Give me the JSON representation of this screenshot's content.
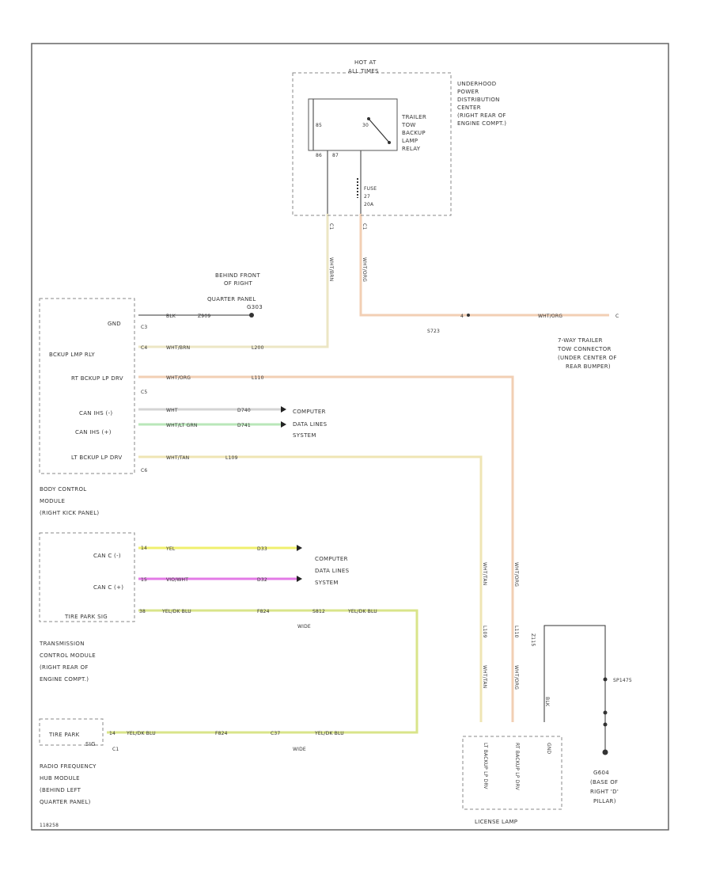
{
  "relay_center": {
    "hot_at": [
      "HOT AT",
      "ALL TIMES"
    ],
    "name": [
      "UNDERHOOD",
      "POWER",
      "DISTRIBUTION",
      "CENTER",
      "(RIGHT REAR OF",
      "ENGINE COMPT.)"
    ],
    "relay_label": [
      "TRAILER",
      "TOW",
      "BACKUP",
      "LAMP",
      "RELAY"
    ],
    "pin_85": "85",
    "pin_30": "30",
    "pin_86": "86",
    "pin_87": "87",
    "fuse": [
      "FUSE",
      "27",
      "20A"
    ],
    "pin_left": "C1",
    "pin_right": "C1",
    "wire_left": "WHT/BRN",
    "wire_right": "WHT/ORG"
  },
  "ground_upper": {
    "label": [
      "BEHIND FRONT",
      "OF RIGHT",
      "QUARTER PANEL",
      "G303"
    ]
  },
  "trailer_connector": {
    "splice": "S723",
    "pin": "4",
    "wire": "WHT/ORG",
    "label": [
      "7-WAY TRAILER",
      "TOW CONNECTOR",
      "(UNDER CENTER OF",
      "REAR BUMPER)"
    ],
    "pin_right": "C"
  },
  "bcm": {
    "rows": [
      {
        "label": "GND",
        "pin": "C3",
        "wire": "BLK",
        "circuit": "Z909"
      },
      {
        "label": "BCKUP LMP RLY",
        "pin": "C4",
        "wire": "WHT/BRN",
        "circuit": "L200"
      },
      {
        "label": "RT BCKUP LP DRV",
        "pin": "C5",
        "wire": "WHT/ORG",
        "circuit": "L110"
      },
      {
        "label": "CAN IHS (-)",
        "pin": "",
        "wire": "WHT",
        "circuit": "D740"
      },
      {
        "label": "CAN IHS (+)",
        "pin": "",
        "wire": "WHT/LT GRN",
        "circuit": "D741"
      },
      {
        "label": "LT BCKUP LP DRV",
        "pin": "C6",
        "wire": "WHT/TAN",
        "circuit": "L109"
      }
    ],
    "data_lines": [
      "COMPUTER",
      "DATA LINES",
      "SYSTEM"
    ],
    "name": [
      "BODY CONTROL",
      "MODULE",
      "(RIGHT KICK PANEL)"
    ]
  },
  "tcm": {
    "rows": [
      {
        "label": "CAN C (-)",
        "pin": "14",
        "wire": "YEL",
        "circuit": "D33"
      },
      {
        "label": "CAN C (+)",
        "pin": "15",
        "wire": "VIO/WHT",
        "circuit": "D32"
      },
      {
        "label": "TIRE PARK SIG",
        "pin": "38",
        "wire": "YEL/DK BLU",
        "circuit": "F824"
      }
    ],
    "splice": "S812",
    "wire_right": "YEL/DK BLU",
    "splice_label": "WIDE",
    "data_lines": [
      "COMPUTER",
      "DATA LINES",
      "SYSTEM"
    ],
    "name": [
      "TRANSMISSION",
      "CONTROL MODULE",
      "(RIGHT REAR OF",
      "ENGINE COMPT.)"
    ]
  },
  "rfh": {
    "label": [
      "TIRE PARK",
      "SIG"
    ],
    "pin": "14",
    "connector": "C1",
    "wire": "YEL/DK BLU",
    "circuit": "F824",
    "splice": "C37",
    "wire2": "YEL/DK BLU",
    "splice_label": "WIDE",
    "name": [
      "RADIO FREQUENCY",
      "HUB MODULE",
      "(BEHIND LEFT",
      "QUARTER PANEL)"
    ]
  },
  "license_lamp": {
    "wire_left_top": "WHT/TAN",
    "wire_left_mid": "L109",
    "wire_left_bottom": "WHT/TAN",
    "wire_mid_top": "WHT/ORG",
    "wire_mid_mid": "L110",
    "wire_mid_bottom": "WHT/ORG",
    "wire_ground": "BLK",
    "circuit_ground": "Z115",
    "pins": [
      "LT BACKUP LP DRV",
      "RT BACKUP LP DRV",
      "GND"
    ],
    "name": "LICENSE LAMP"
  },
  "ground_lower": {
    "splice": "SP1475",
    "label": [
      "G604",
      "(BASE OF",
      "RIGHT 'D'",
      "PILLAR)"
    ]
  },
  "footer": {
    "code": "118258"
  },
  "colors": {
    "wht_brn": "#ece6c4",
    "wht_org": "#f2cfb4",
    "wht_tan": "#efe5b4",
    "wht": "#d4d4d4",
    "wht_ltgrn": "#b9e7b9",
    "yel": "#f0f06e",
    "vio_wht": "#e37ae6",
    "yel_dkblu": "#d9e48a",
    "blk": "#555555"
  }
}
